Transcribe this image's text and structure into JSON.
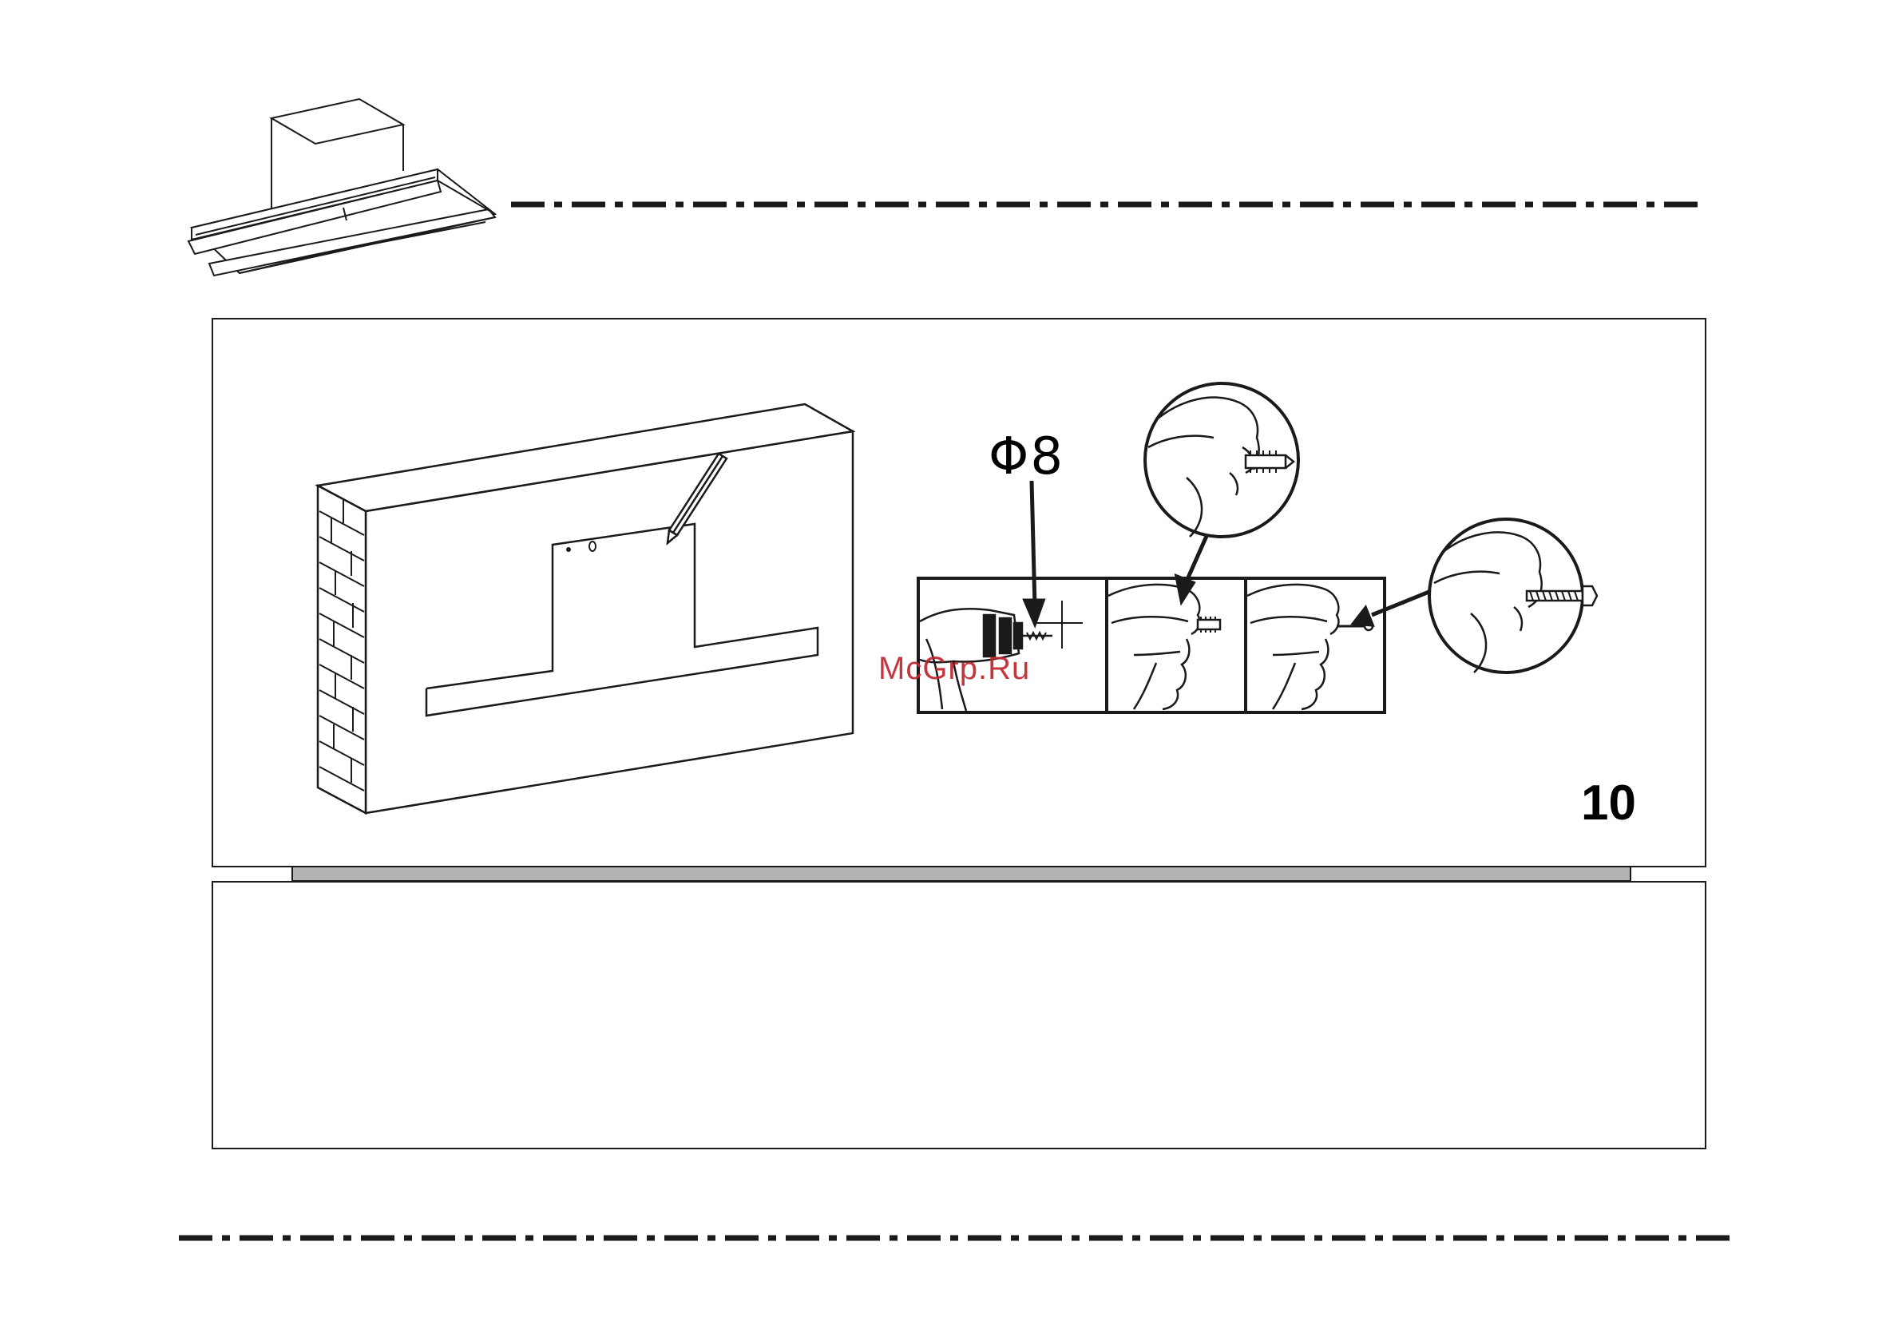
{
  "figure": {
    "drill_diameter_label": "Φ8",
    "step_number": "10",
    "watermark": "McGrp.Ru"
  },
  "icons": {
    "header": "range-hood-icon",
    "wall": "brick-wall-icon",
    "pencil": "pencil-icon",
    "drill": "drill-icon",
    "anchor": "wall-anchor-icon",
    "screw": "screw-icon"
  },
  "colors": {
    "line": "#1a1a1a",
    "divider_bar": "#b3b3b3",
    "watermark": "#c0262d"
  }
}
